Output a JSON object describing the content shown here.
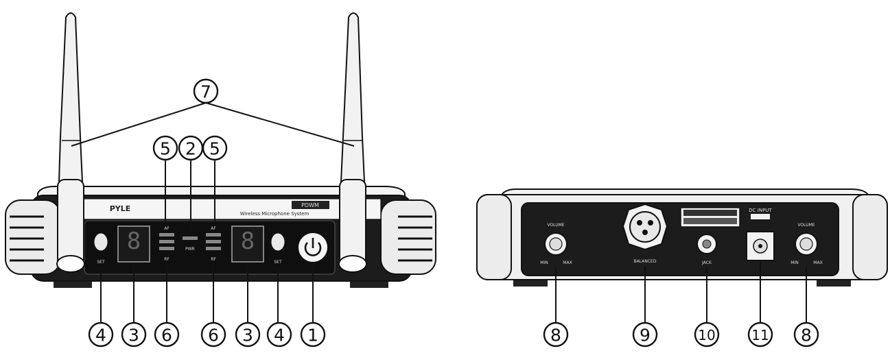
{
  "front_panel": {
    "brand": "PYLE",
    "model": "PDWM",
    "subtitle": "Wireless Microphone System",
    "af_label": "AF",
    "rf_label": "RF",
    "pwr_label": "PWR",
    "set_label": "SET",
    "display_left": "8",
    "display_right": "8"
  },
  "rear_panel": {
    "volume_label": "VOLUME",
    "vol_min": "MIN",
    "vol_max": "MAX",
    "balanced_label": "BALANCED",
    "unbal_label": "JACK",
    "dc_label": "DC INPUT"
  },
  "callouts": {
    "c1": "1",
    "c2": "2",
    "c3": "3",
    "c4": "4",
    "c5": "5",
    "c6": "6",
    "c7": "7",
    "c8": "8",
    "c9": "9",
    "c10": "10",
    "c11": "11"
  },
  "icons": [
    "power-icon",
    "antenna-icon",
    "xlr-connector-icon",
    "jack-icon",
    "dc-jack-icon",
    "volume-knob-icon"
  ]
}
